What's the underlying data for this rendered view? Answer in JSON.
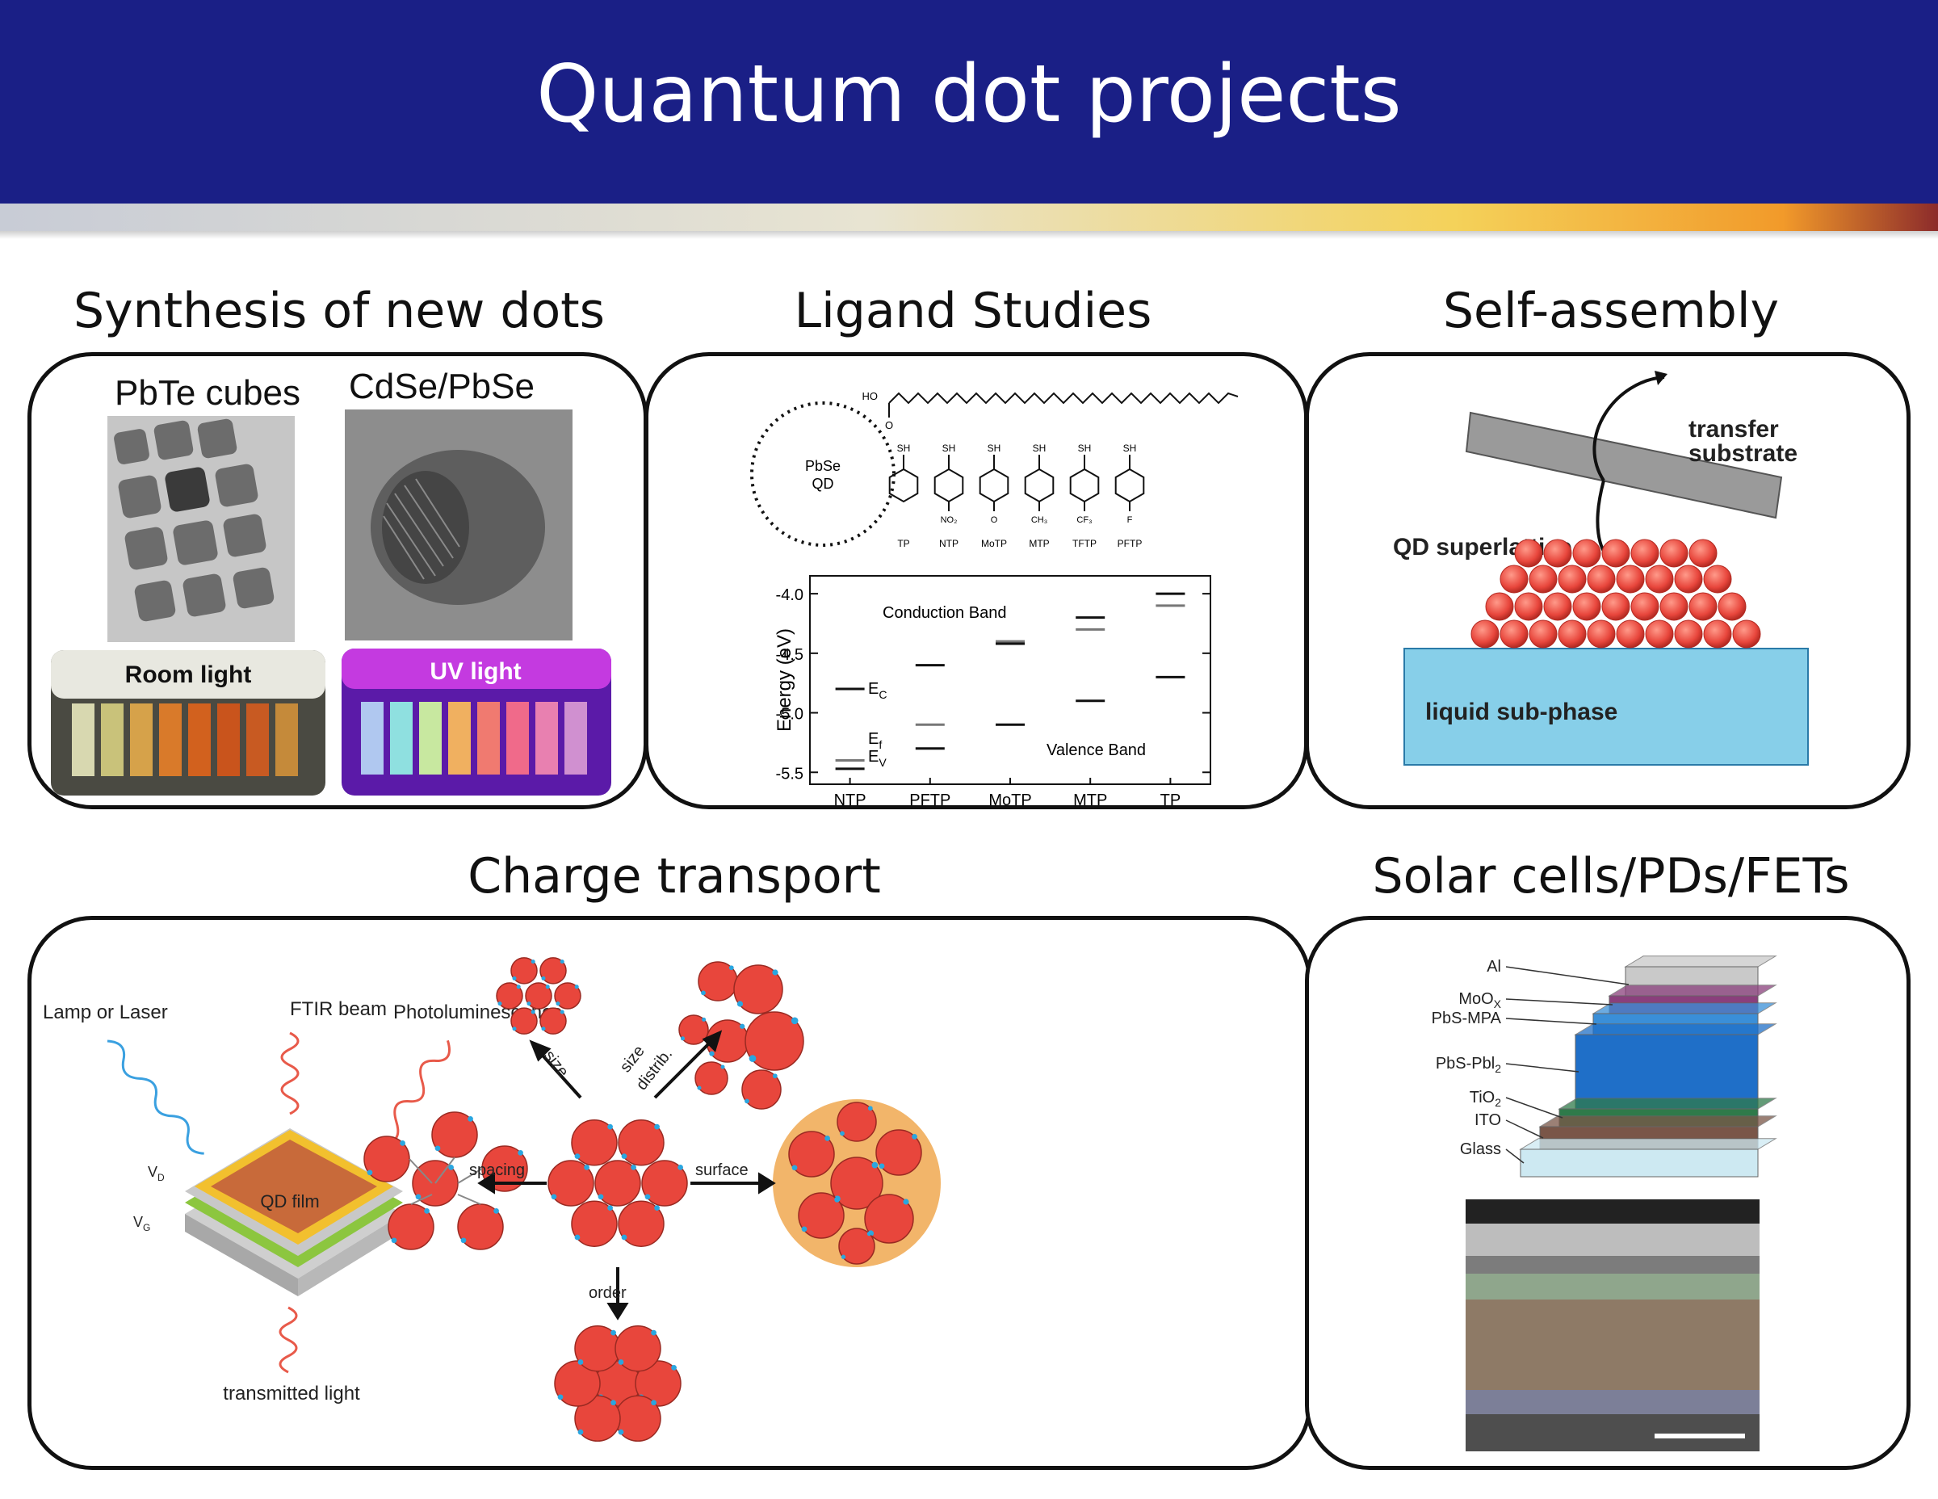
{
  "title": "Quantum dot projects",
  "colors": {
    "banner": "#1a1f86",
    "qd": "#e8463c",
    "ligand": "#2aa6e0",
    "subphase": "#87cfe9"
  },
  "synthesis": {
    "heading": "Synthesis of new dots",
    "pbte_label": "PbTe cubes",
    "cdse_label": "CdSe/PbSe",
    "room_light": "Room light",
    "uv_light": "UV light"
  },
  "ligand": {
    "heading": "Ligand Studies",
    "qd_label_1": "PbSe",
    "qd_label_2": "QD",
    "oleate_ho": "HO",
    "oleate_o": "O",
    "thiol_label": "SH",
    "molecules": [
      "TP",
      "NTP",
      "MoTP",
      "MTP",
      "TFTP",
      "PFTP"
    ],
    "substituents": {
      "NTP": "NO₂",
      "MoTP": "O",
      "MTP": "CH₃",
      "TFTP": "CF₃",
      "PFTP": "F"
    }
  },
  "chart_data": {
    "type": "scatter",
    "title": "",
    "xlabel": "",
    "ylabel": "Energy (eV)",
    "categories": [
      "NTP",
      "PFTP",
      "MoTP",
      "MTP",
      "TP"
    ],
    "ylim": [
      -5.6,
      -3.85
    ],
    "yticks": [
      -4.0,
      -4.5,
      -5.0,
      -5.5
    ],
    "ytick_labels": [
      "-4.0",
      "-4.5",
      "-5.0",
      "-5.5"
    ],
    "series": [
      {
        "name": "E_C",
        "values": [
          -4.8,
          -4.6,
          -5.1,
          -4.9,
          -4.7
        ]
      },
      {
        "name": "E_F",
        "values": [
          -5.4,
          -5.1,
          -4.4,
          -4.3,
          -4.1
        ]
      },
      {
        "name": "E_V",
        "values": [
          -5.47,
          -5.3,
          -4.42,
          -4.2,
          -4.0
        ]
      }
    ],
    "annotations": {
      "conduction": "Conduction Band",
      "valence": "Valence Band",
      "ec": "E",
      "ec_sub": "C",
      "ef": "E",
      "ef_sub": "f",
      "ev": "E",
      "ev_sub": "V"
    }
  },
  "self_assembly": {
    "heading": "Self-assembly",
    "transfer_1": "transfer",
    "transfer_2": "substrate",
    "superlattice": "QD superlattice",
    "subphase": "liquid sub-phase"
  },
  "charge": {
    "heading": "Charge transport",
    "lamp": "Lamp or Laser",
    "ftir": "FTIR beam",
    "pl": "Photoluminescence",
    "film": "QD film",
    "vd": "V",
    "vd_sub": "D",
    "vg": "V",
    "vg_sub": "G",
    "transmitted": "transmitted light",
    "arrow_size": "size",
    "arrow_distrib_1": "size",
    "arrow_distrib_2": "distrib.",
    "arrow_spacing": "spacing",
    "arrow_surface": "surface",
    "arrow_order": "order"
  },
  "solar": {
    "heading": "Solar cells/PDs/FETs",
    "layers": [
      {
        "name": "Al",
        "sub": "",
        "color": "#c9c9c9"
      },
      {
        "name": "MoO",
        "sub": "X",
        "color": "#8a3f7c"
      },
      {
        "name": "PbS-MPA",
        "sub": "",
        "color": "#3a8fd8"
      },
      {
        "name": "PbS-Pbl",
        "sub": "2",
        "color": "#1f6fc8"
      },
      {
        "name": "TiO",
        "sub": "2",
        "color": "#2f7a4a"
      },
      {
        "name": "ITO",
        "sub": "",
        "color": "#7a5648"
      },
      {
        "name": "Glass",
        "sub": "",
        "color": "#cde9f2"
      }
    ]
  }
}
